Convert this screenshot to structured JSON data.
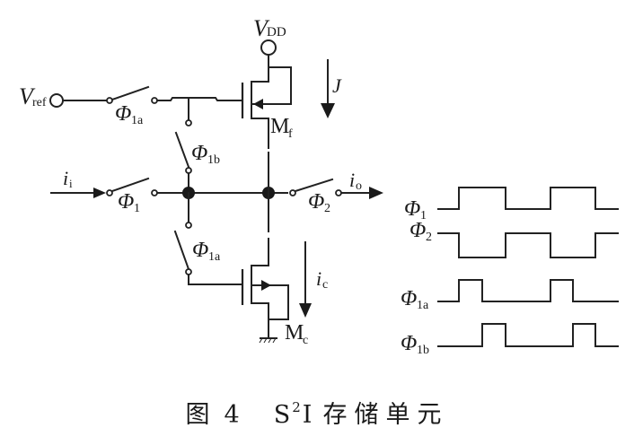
{
  "figure": {
    "caption": {
      "prefix": "图",
      "number": "4",
      "title_s": "S",
      "title_sup": "2",
      "title_i": "I",
      "title_rest": "存储单元"
    }
  },
  "circuit": {
    "labels": {
      "vdd_main": "V",
      "vdd_sub": "DD",
      "vref_main": "V",
      "vref_sub": "ref",
      "j_current": "J",
      "mf_main": "M",
      "mf_sub": "f",
      "mc_main": "M",
      "mc_sub": "c",
      "ii_main": "i",
      "ii_sub": "i",
      "io_main": "i",
      "io_sub": "o",
      "ic_main": "i",
      "ic_sub": "c",
      "sw_phi1a_top_main": "Φ",
      "sw_phi1a_top_sub": "1a",
      "sw_phi1b_main": "Φ",
      "sw_phi1b_sub": "1b",
      "sw_phi1_main": "Φ",
      "sw_phi1_sub": "1",
      "sw_phi2_main": "Φ",
      "sw_phi2_sub": "2",
      "sw_phi1a_bot_main": "Φ",
      "sw_phi1a_bot_sub": "1a"
    },
    "components": [
      {
        "name": "Mf",
        "type": "PMOS"
      },
      {
        "name": "Mc",
        "type": "NMOS"
      },
      {
        "name": "Φ1a (Vref)",
        "type": "switch"
      },
      {
        "name": "Φ1b",
        "type": "switch"
      },
      {
        "name": "Φ1",
        "type": "switch"
      },
      {
        "name": "Φ2",
        "type": "switch"
      },
      {
        "name": "Φ1a (Mc gate)",
        "type": "switch"
      }
    ]
  },
  "timing": {
    "signals": [
      {
        "label_main": "Φ",
        "label_sub": "1",
        "levels": [
          0,
          1,
          1,
          0,
          0,
          1,
          1,
          0
        ],
        "desc": "high in phases 1-2 and 5-6"
      },
      {
        "label_main": "Φ",
        "label_sub": "2",
        "levels": [
          1,
          0,
          0,
          1,
          1,
          0,
          0,
          1
        ],
        "desc": "complement of Φ1"
      },
      {
        "label_main": "Φ",
        "label_sub": "1a",
        "levels": [
          0,
          1,
          0,
          0,
          0,
          1,
          0,
          0
        ],
        "desc": "first half of Φ1"
      },
      {
        "label_main": "Φ",
        "label_sub": "1b",
        "levels": [
          0,
          0,
          1,
          0,
          0,
          0,
          1,
          0
        ],
        "desc": "second half of Φ1"
      }
    ]
  }
}
